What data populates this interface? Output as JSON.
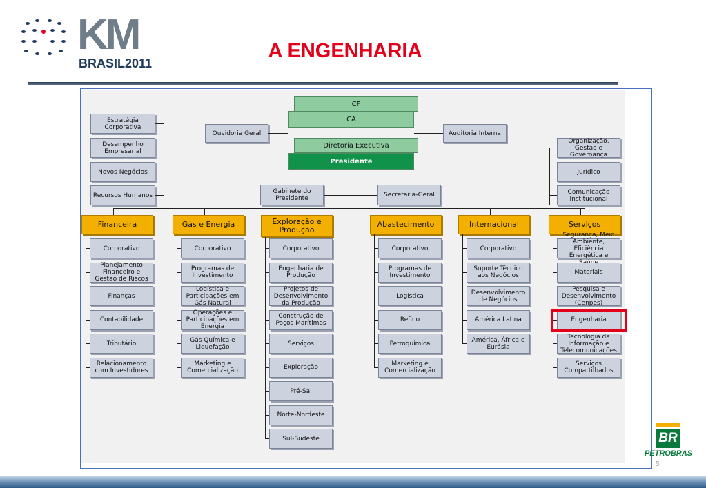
{
  "logo": {
    "top_text": "KM",
    "bottom_text_a": "BRASIL",
    "bottom_text_b": "2011"
  },
  "title": "A ENGENHARIA",
  "page_number": "5",
  "petrobras": {
    "badge": "BR",
    "name": "PETROBRAS"
  },
  "top": {
    "cf": "CF",
    "ca": "CA",
    "diretoria": "Diretoria Executiva",
    "presidente": "Presidente",
    "ouvidoria": "Ouvidoria Geral",
    "auditoria": "Auditoria Interna",
    "gabinete": "Gabinete do Presidente",
    "secretaria": "Secretaria-Geral"
  },
  "left": [
    "Estratégia Corporativa",
    "Desempenho Empresarial",
    "Novos Negócios",
    "Recursos Humanos"
  ],
  "right": [
    "Organização, Gestão e Governança",
    "Jurídico",
    "Comunicação Institucional"
  ],
  "columns": [
    {
      "head": "Financeira",
      "items": [
        "Corporativo",
        "Planejamento Financeiro e Gestão de Riscos",
        "Finanças",
        "Contabilidade",
        "Tributário",
        "Relacionamento com Investidores"
      ]
    },
    {
      "head": "Gás e Energia",
      "items": [
        "Corporativo",
        "Programas de Investimento",
        "Logística e Participações em Gás Natural",
        "Operações e Participações em Energia",
        "Gás Química e Liquefação",
        "Marketing e Comercialização"
      ]
    },
    {
      "head": "Exploração e Produção",
      "items": [
        "Corporativo",
        "Engenharia de Produção",
        "Projetos de Desenvolvimento da Produção",
        "Construção de Poços Marítimos",
        "Serviços",
        "Exploração",
        "Pré-Sal",
        "Norte-Nordeste",
        "Sul-Sudeste"
      ]
    },
    {
      "head": "Abastecimento",
      "items": [
        "Corporativo",
        "Programas de Investimento",
        "Logística",
        "Refino",
        "Petroquímica",
        "Marketing e Comercialização"
      ]
    },
    {
      "head": "Internacional",
      "items": [
        "Corporativo",
        "Suporte Técnico aos Negócios",
        "Desenvolvimento de Negócios",
        "América Latina",
        "América, África e Eurásia"
      ]
    },
    {
      "head": "Serviços",
      "items": [
        "Segurança, Meio Ambiente, Eficiência Energética e Saúde",
        "Materiais",
        "Pesquisa e Desenvolvimento (Cenpes)",
        "Engenharia",
        "Tecnologia da Informação e Telecomunicações",
        "Serviços Compartilhados"
      ]
    }
  ],
  "colors": {
    "title": "#e3001b",
    "highlight": "#e3001b",
    "department": "#f4b000",
    "executive": "#11924a"
  }
}
